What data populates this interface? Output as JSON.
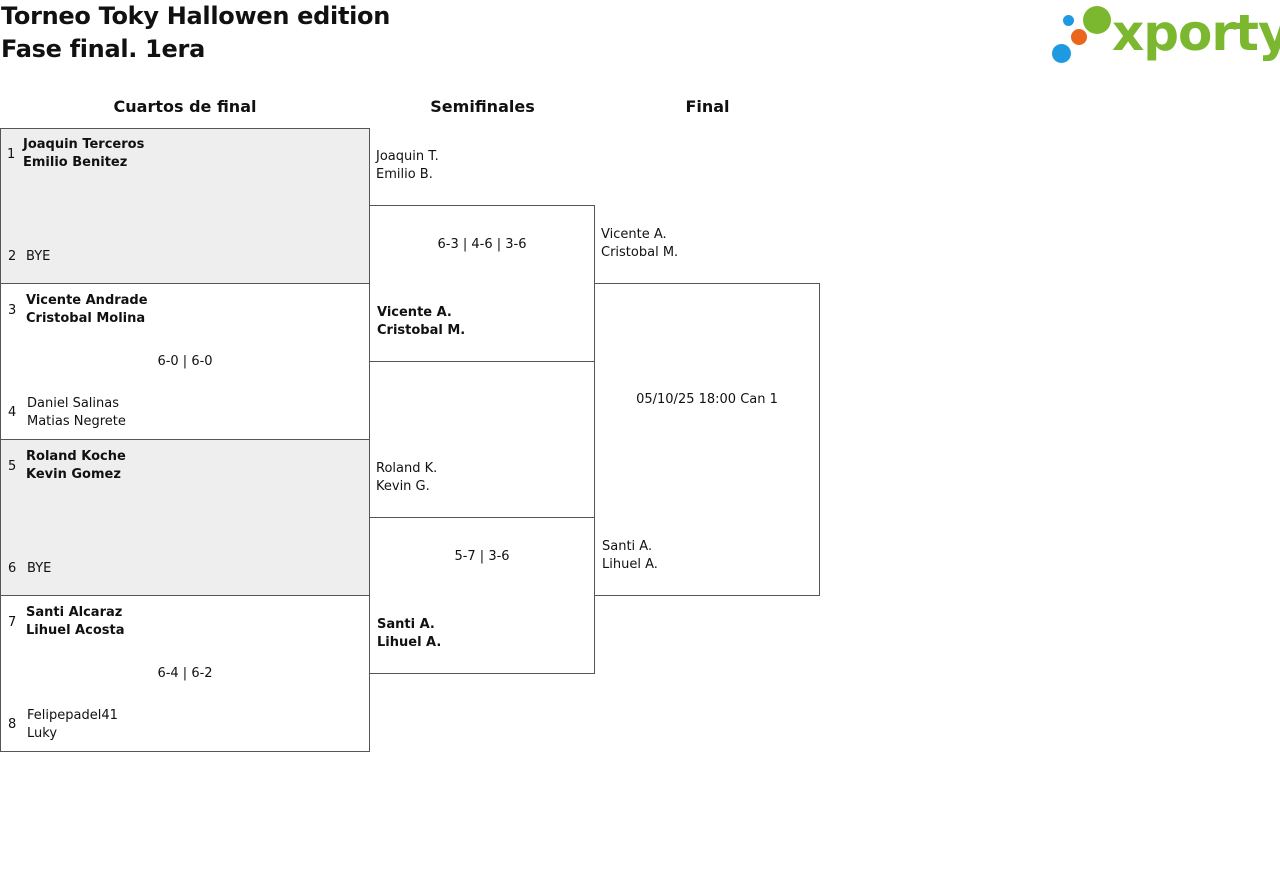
{
  "header": {
    "title": "Torneo Toky Hallowen edition",
    "subtitle": "Fase final. 1era",
    "logo_text": "xporty",
    "colors": {
      "logo_green": "#7cb82f",
      "logo_blue": "#1e9be0",
      "logo_orange": "#e9661c"
    }
  },
  "rounds": {
    "quarters": "Cuartos de final",
    "semis": "Semifinales",
    "final": "Final"
  },
  "quarters": [
    {
      "seed_a": "1",
      "team_a": [
        "Joaquin Terceros",
        "Emilio Benitez"
      ],
      "seed_b": "2",
      "team_b": [
        "BYE"
      ],
      "score": ""
    },
    {
      "seed_a": "3",
      "team_a": [
        "Vicente Andrade",
        "Cristobal Molina"
      ],
      "seed_b": "4",
      "team_b": [
        "Daniel Salinas",
        "Matias Negrete"
      ],
      "score": "6-0 | 6-0"
    },
    {
      "seed_a": "5",
      "team_a": [
        "Roland Koche",
        "Kevin Gomez"
      ],
      "seed_b": "6",
      "team_b": [
        "BYE"
      ],
      "score": ""
    },
    {
      "seed_a": "7",
      "team_a": [
        "Santi Alcaraz",
        "Lihuel Acosta"
      ],
      "seed_b": "8",
      "team_b": [
        "Felipepadel41",
        "Luky"
      ],
      "score": "6-4 | 6-2"
    }
  ],
  "semis": [
    {
      "team_a": [
        "Joaquin T.",
        "Emilio B."
      ],
      "team_b": [
        "Vicente A.",
        "Cristobal M."
      ],
      "score": "6-3 | 4-6 | 3-6"
    },
    {
      "team_a": [
        "Roland K.",
        "Kevin G."
      ],
      "team_b": [
        "Santi A.",
        "Lihuel A."
      ],
      "score": "5-7 | 3-6"
    }
  ],
  "final": {
    "team_a": [
      "Vicente A.",
      "Cristobal M."
    ],
    "team_b": [
      "Santi A.",
      "Lihuel A."
    ],
    "schedule": "05/10/25 18:00 Can 1"
  }
}
